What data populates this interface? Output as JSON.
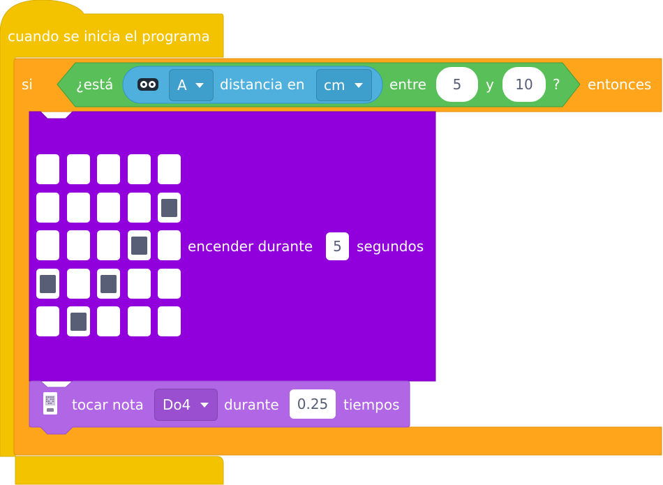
{
  "hat_block": {
    "label": "cuando se inicia el programa"
  },
  "if_block": {
    "si_label": "si",
    "then_label": "entonces"
  },
  "condition": {
    "question_label": "¿está",
    "port_value": "A",
    "distance_label": "distancia en",
    "unit_value": "cm",
    "between_label": "entre",
    "min_value": "5",
    "and_label": "y",
    "max_value": "10",
    "end_mark": "?",
    "sensor_icon": "distance-sensor-icon"
  },
  "light_block": {
    "matrix": [
      [
        0,
        0,
        0,
        0,
        0
      ],
      [
        0,
        0,
        0,
        0,
        1
      ],
      [
        0,
        0,
        0,
        1,
        0
      ],
      [
        1,
        0,
        1,
        0,
        0
      ],
      [
        0,
        1,
        0,
        0,
        0
      ]
    ],
    "action_label": "encender durante",
    "seconds_value": "5",
    "unit_label": "segundos"
  },
  "sound_block": {
    "icon": "sound-hub-icon",
    "play_label": "tocar nota",
    "note_value": "Do4",
    "during_label": "durante",
    "beats_value": "0.25",
    "unit_label": "tiempos"
  },
  "colors": {
    "events": "#f3c300",
    "control": "#ffa51b",
    "operator": "#59c059",
    "sensor": "#4fb0dd",
    "light": "#9100dc",
    "sound": "#b166e6"
  }
}
